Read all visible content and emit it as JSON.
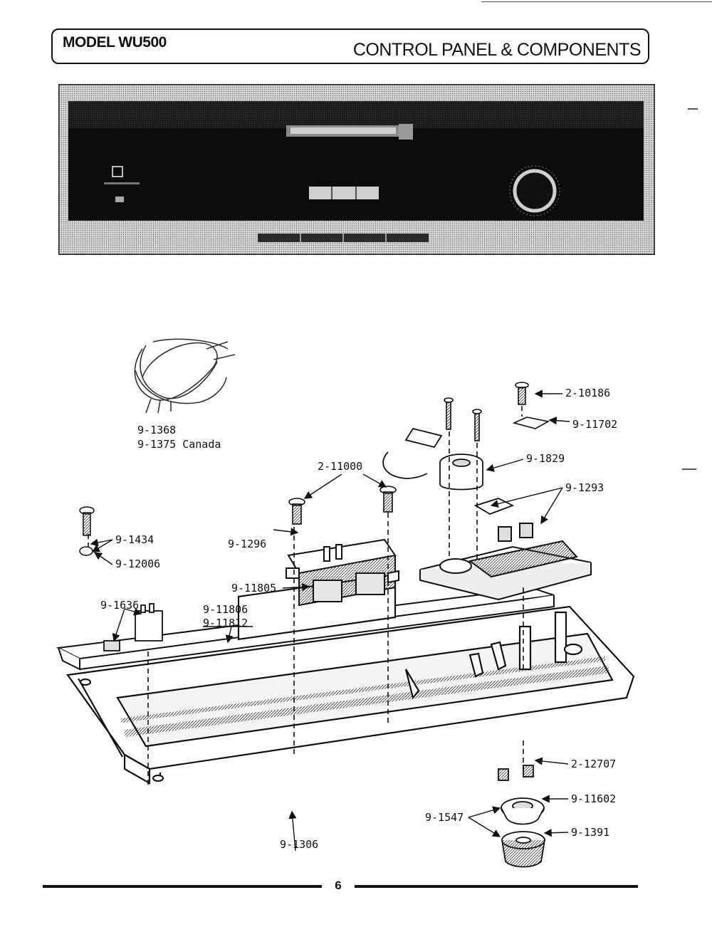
{
  "header": {
    "model": "MODEL WU500",
    "section": "CONTROL PANEL & COMPONENTS"
  },
  "parts": {
    "wire_harness_1": "9-1368",
    "wire_harness_2": "9-1375 Canada",
    "screw_2_10186": "2-10186",
    "clip_9_11702": "9-11702",
    "part_9_1829": "9-1829",
    "screws_2_11000": "2-11000",
    "part_9_1293": "9-1293",
    "screw_9_1434": "9-1434",
    "washer_9_12006": "9-12006",
    "switch_9_1296": "9-1296",
    "part_9_11805": "9-11805",
    "part_9_1636": "9-1636",
    "panel_9_11806": "9-11806",
    "panel_9_11812": "9-11812",
    "screw_2_12707": "2-12707",
    "part_9_11602": "9-11602",
    "part_9_1547": "9-1547",
    "knob_9_1391": "9-1391",
    "console_9_1306": "9-1306"
  },
  "footer": {
    "page_number": "6"
  }
}
